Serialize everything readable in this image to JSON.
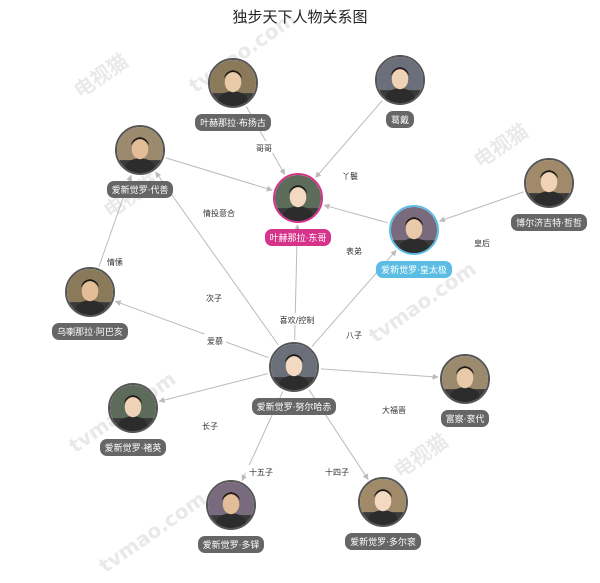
{
  "title": "独步天下人物关系图",
  "watermarks": [
    "电视猫",
    "tvmao.com",
    "电视猫",
    "tvmao.com",
    "电视猫",
    "tvmao.com",
    "电视猫",
    "tvmao.com"
  ],
  "colors": {
    "center": "#d6338a",
    "second": "#5bbde4",
    "default": "#666666",
    "edge": "#bbbbbb"
  },
  "nodes": [
    {
      "id": "yehenala-bu",
      "label": "叶赫那拉·布扬古",
      "kind": "default"
    },
    {
      "id": "yinge",
      "label": "葛戴",
      "kind": "default"
    },
    {
      "id": "daishan",
      "label": "爱新觉罗·代善",
      "kind": "default"
    },
    {
      "id": "dongge",
      "label": "叶赫那拉·东哥",
      "kind": "center"
    },
    {
      "id": "huangtaiji",
      "label": "爱新觉罗·皇太极",
      "kind": "second"
    },
    {
      "id": "zhezhe",
      "label": "博尔济吉特·哲哲",
      "kind": "default"
    },
    {
      "id": "abahai",
      "label": "乌喇那拉·阿巴亥",
      "kind": "default"
    },
    {
      "id": "nurhaci",
      "label": "爱新觉罗·努尔哈赤",
      "kind": "default"
    },
    {
      "id": "gunda",
      "label": "富察·衮代",
      "kind": "default"
    },
    {
      "id": "chuying",
      "label": "爱新觉罗·褚英",
      "kind": "default"
    },
    {
      "id": "duoduo",
      "label": "爱新觉罗·多铎",
      "kind": "default"
    },
    {
      "id": "dorgon",
      "label": "爱新觉罗·多尔衮",
      "kind": "default"
    }
  ],
  "edges": [
    {
      "from": "yehenala-bu",
      "to": "dongge",
      "label": "哥哥"
    },
    {
      "from": "yinge",
      "to": "dongge",
      "label": "丫鬟"
    },
    {
      "from": "daishan",
      "to": "dongge",
      "label": "情投意合"
    },
    {
      "from": "huangtaiji",
      "to": "dongge",
      "label": "表弟"
    },
    {
      "from": "zhezhe",
      "to": "huangtaiji",
      "label": "皇后"
    },
    {
      "from": "abahai",
      "to": "daishan",
      "label": "情愫"
    },
    {
      "from": "nurhaci",
      "to": "daishan",
      "label": "次子"
    },
    {
      "from": "nurhaci",
      "to": "dongge",
      "label": "喜欢/控制"
    },
    {
      "from": "nurhaci",
      "to": "huangtaiji",
      "label": "八子"
    },
    {
      "from": "nurhaci",
      "to": "abahai",
      "label": "爱慕"
    },
    {
      "from": "nurhaci",
      "to": "gunda",
      "label": "大福晋"
    },
    {
      "from": "nurhaci",
      "to": "chuying",
      "label": "长子"
    },
    {
      "from": "nurhaci",
      "to": "duoduo",
      "label": "十五子"
    },
    {
      "from": "nurhaci",
      "to": "dorgon",
      "label": "十四子"
    }
  ]
}
